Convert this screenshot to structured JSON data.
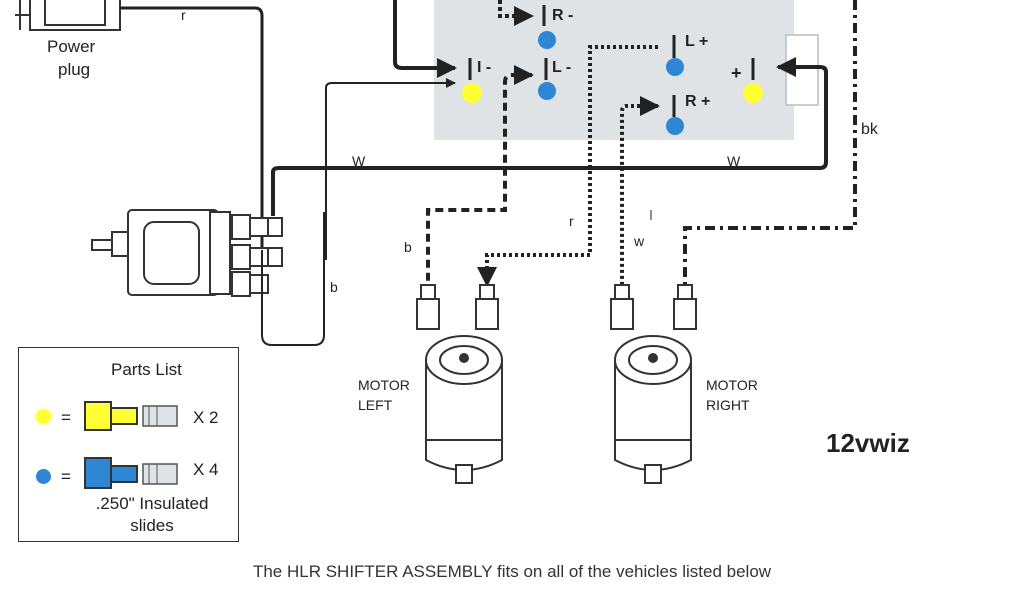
{
  "labels": {
    "power_plug_line1": "Power",
    "power_plug_line2": "plug",
    "wire_r_top": "r",
    "terminal_R_minus": "R -",
    "terminal_I_minus": "I -",
    "terminal_L_minus": "L -",
    "terminal_L_plus": "L +",
    "terminal_R_plus": "R +",
    "terminal_plus": "+",
    "wire_bk": "bk",
    "wire_w_left": "W",
    "wire_w_right": "W",
    "wire_r_mid": "r",
    "wire_b_left": "b",
    "wire_w_mid": "w",
    "wire_b_switch": "b",
    "motor_left_line1": "MOTOR",
    "motor_left_line2": "LEFT",
    "motor_right_line1": "MOTOR",
    "motor_right_line2": "RIGHT"
  },
  "parts_list": {
    "title": "Parts List",
    "yellow_eq": "=",
    "yellow_qty": "X 2",
    "blue_eq": "=",
    "blue_qty": "X 4",
    "note_line1": ".250\" Insulated",
    "note_line2": "slides"
  },
  "brand": "12vwiz",
  "caption": "The HLR SHIFTER ASSEMBLY fits on all of the vehicles listed below",
  "colors": {
    "yellow_terminal": "#ffff33",
    "blue_terminal": "#2f86d4",
    "shifter_box": "#dfe3e5",
    "wire": "#222222"
  }
}
